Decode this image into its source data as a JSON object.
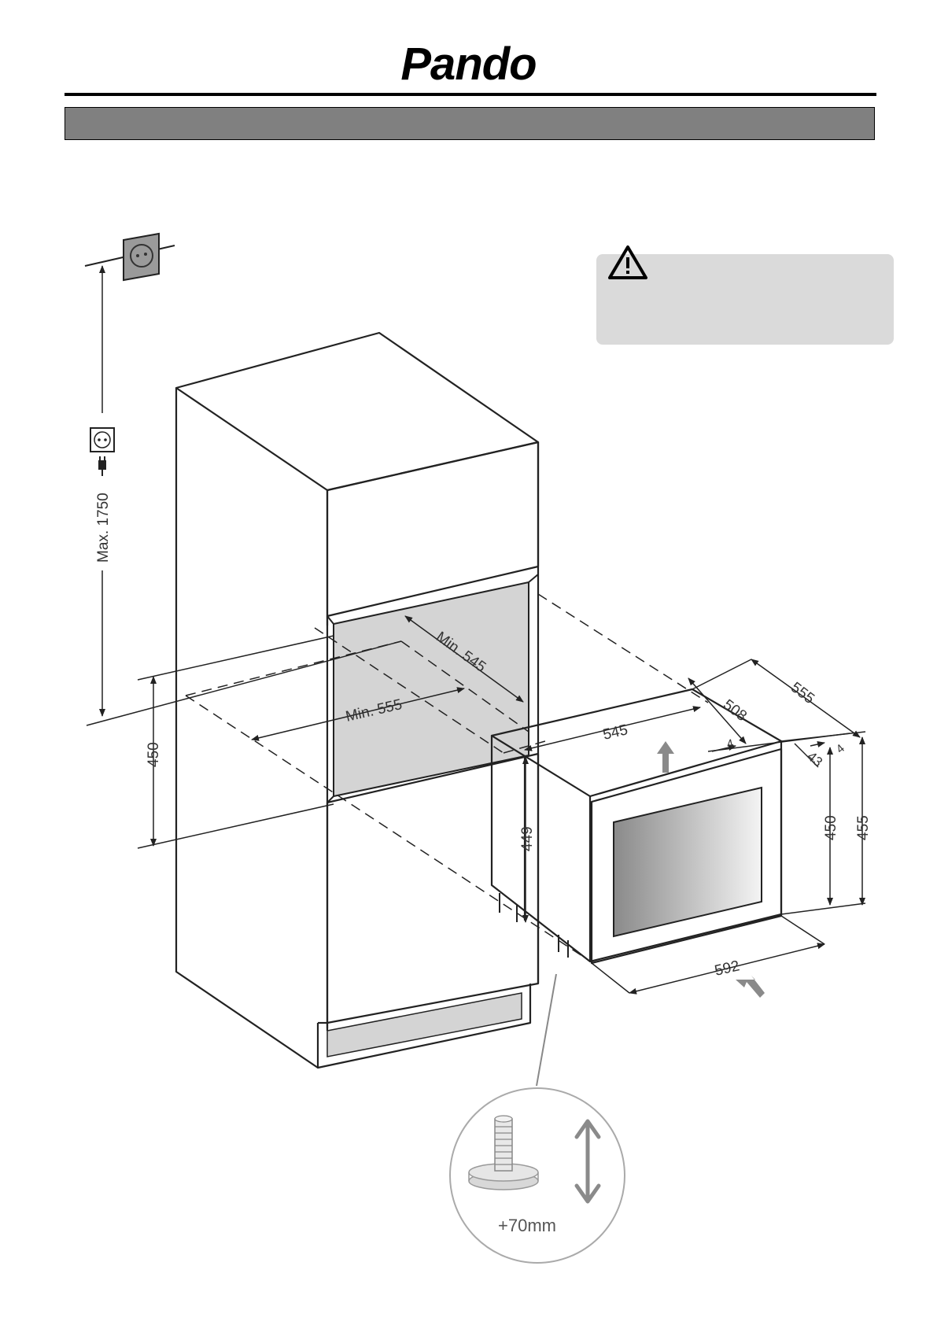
{
  "header": {
    "brand": "Pando"
  },
  "warning": {
    "icon": "warning-triangle-icon"
  },
  "dimensions": {
    "max_socket_height": "Max. 1750",
    "niche_height": "450",
    "min_depth": "Min. 545",
    "min_width": "Min. 555",
    "appliance_width_top": "545",
    "appliance_depth_508": "508",
    "appliance_depth_555": "555",
    "gap_4_left": "4",
    "gap_4_right": "4",
    "door_43": "43",
    "body_height_449": "449",
    "front_height_450": "450",
    "total_height_455": "455",
    "front_width": "592",
    "foot_adjust": "+70mm"
  },
  "colors": {
    "line": "#222222",
    "niche_fill": "#d4d4d4",
    "band": "#808080",
    "warning_bg": "#dadada"
  }
}
